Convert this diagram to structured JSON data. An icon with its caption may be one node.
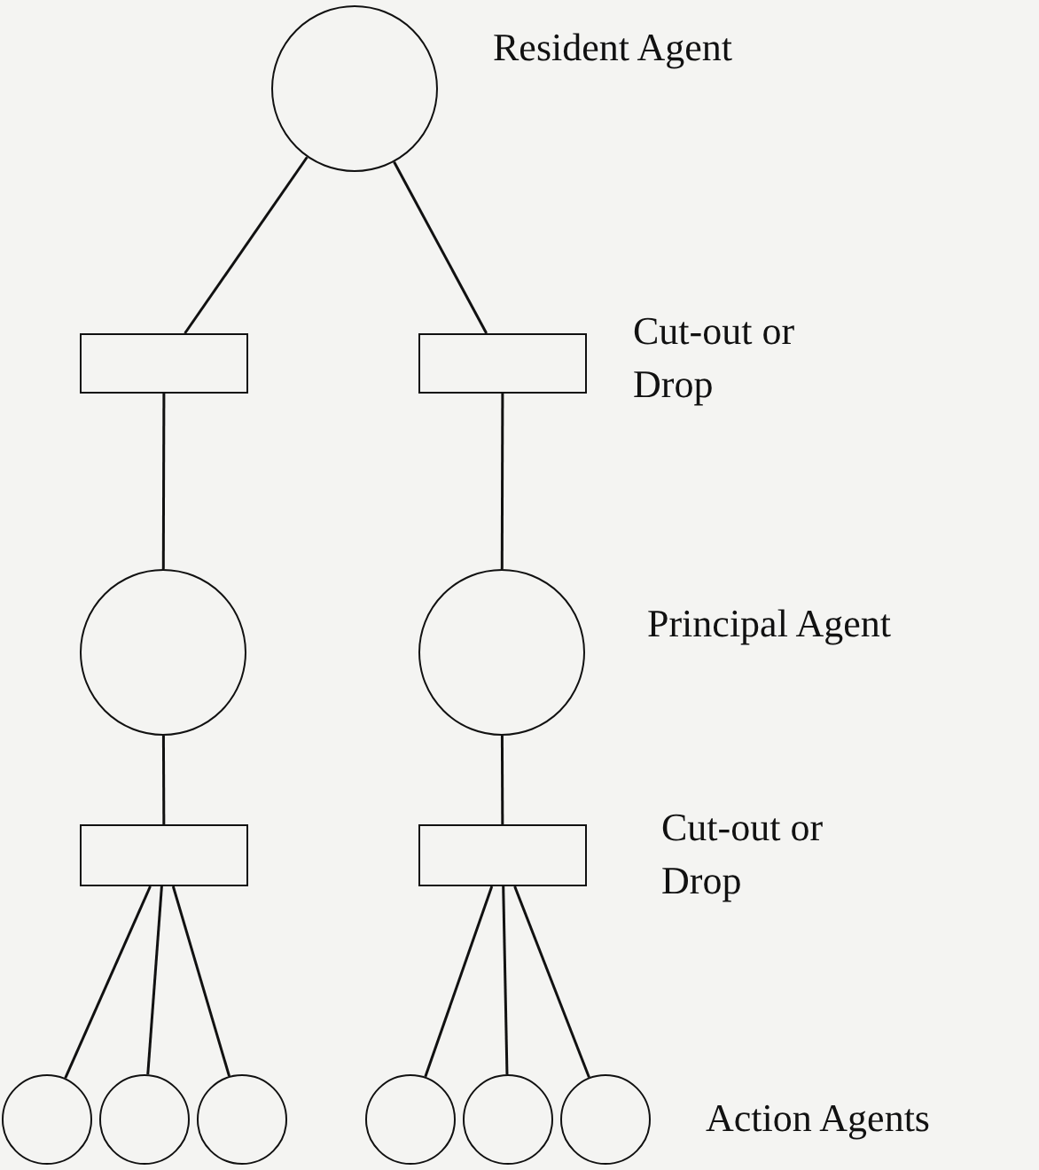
{
  "diagram": {
    "nodes": [
      {
        "text": [],
        "shape": "circle",
        "beside": [
          "Resident Agent"
        ]
      },
      {
        "text": [],
        "shape": "box"
      },
      {
        "text": [],
        "shape": "box",
        "beside": [
          "Cut-out or Drop"
        ]
      },
      {
        "text": [],
        "shape": "circle"
      },
      {
        "text": [],
        "shape": "circle",
        "beside": [
          "Principal Agent"
        ]
      },
      {
        "text": [],
        "shape": "box"
      },
      {
        "text": [],
        "shape": "box",
        "beside": [
          "Cut-out or Drop"
        ]
      },
      {
        "text": [],
        "shape": "circle"
      },
      {
        "text": [],
        "shape": "circle"
      },
      {
        "text": [],
        "shape": "circle"
      },
      {
        "text": [],
        "shape": "circle"
      },
      {
        "text": [],
        "shape": "circle"
      },
      {
        "text": [],
        "shape": "circle"
      }
    ],
    "edges": [
      {
        "from": 0,
        "to": 1,
        "arrow": "none"
      },
      {
        "from": 0,
        "to": 2,
        "arrow": "none"
      },
      {
        "from": 1,
        "to": 3,
        "arrow": "none"
      },
      {
        "from": 2,
        "to": 4,
        "arrow": "none"
      },
      {
        "from": 3,
        "to": 5,
        "arrow": "none"
      },
      {
        "from": 4,
        "to": 6,
        "arrow": "none"
      },
      {
        "from": 5,
        "to": 7,
        "arrow": "none"
      },
      {
        "from": 5,
        "to": 8,
        "arrow": "none"
      },
      {
        "from": 5,
        "to": 9,
        "arrow": "none"
      },
      {
        "from": 6,
        "to": 10,
        "arrow": "none"
      },
      {
        "from": 6,
        "to": 11,
        "arrow": "none"
      },
      {
        "from": 6,
        "to": 12,
        "arrow": "none"
      }
    ],
    "labels": [
      "Action Agents"
    ]
  }
}
